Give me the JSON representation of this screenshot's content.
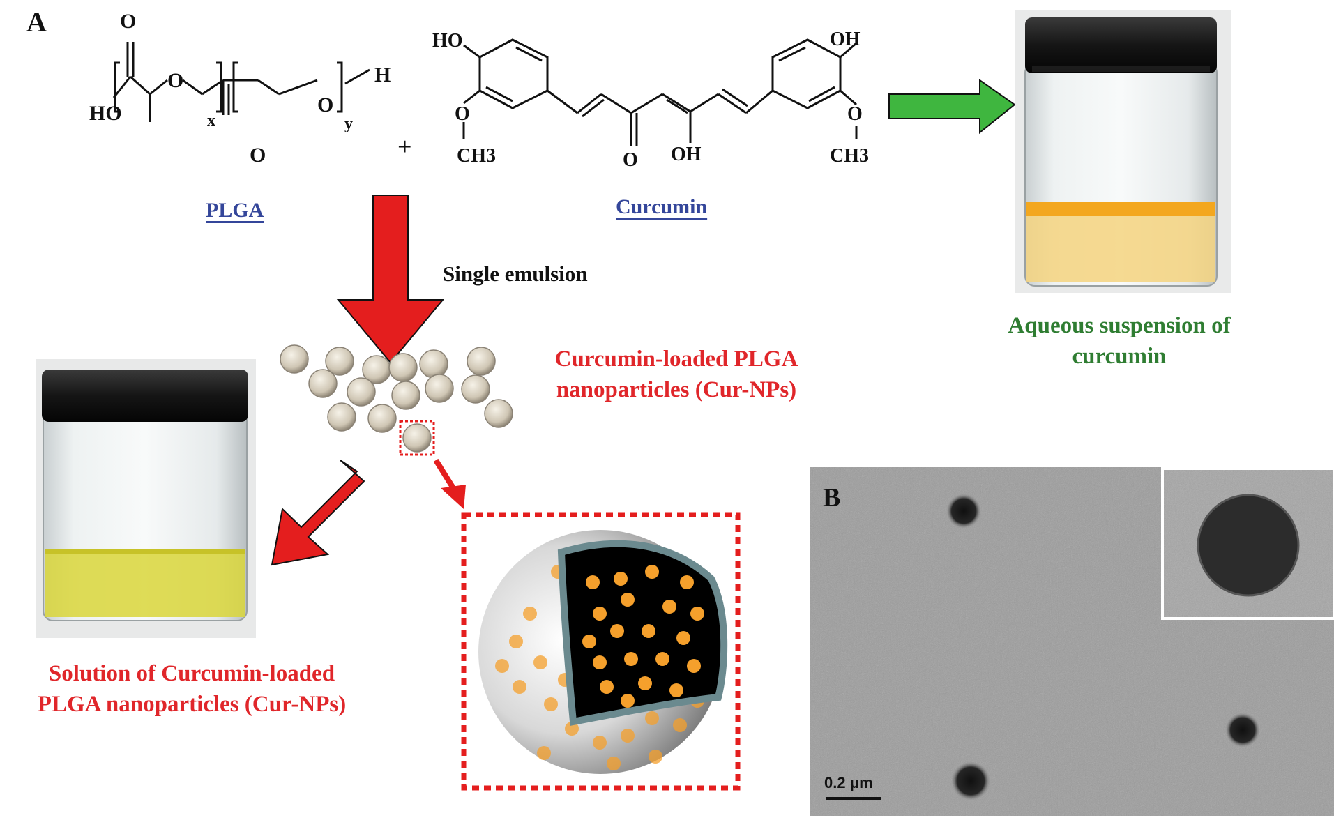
{
  "panel_a": {
    "letter": "A",
    "plga": {
      "label": "PLGA",
      "atoms": {
        "o_top": "O",
        "ho": "HO",
        "o_ring": "O",
        "x": "x",
        "o_bottom": "O",
        "o_y": "O",
        "y": "y",
        "h": "H"
      }
    },
    "plus": "+",
    "curcumin": {
      "label": "Curcumin",
      "atoms": {
        "ho_left": "HO",
        "o_left": "O",
        "ch3_left": "CH3",
        "o_keto": "O",
        "oh_enol": "OH",
        "oh_right": "OH",
        "o_right": "O",
        "ch3_right": "CH3"
      }
    },
    "process_label": "Single emulsion",
    "nanoparticles_caption": [
      "Curcumin-loaded PLGA",
      "nanoparticles (Cur-NPs)"
    ],
    "aqueous_caption": [
      "Aqueous suspension of",
      "curcumin"
    ],
    "solution_caption": [
      "Solution of Curcumin-loaded",
      "PLGA nanoparticles (Cur-NPs)"
    ]
  },
  "panel_b": {
    "letter": "B",
    "scale_bar": "0.2 μm"
  },
  "colors": {
    "red_arrow": "#e41e1e",
    "green_arrow": "#3fb63f",
    "chem_label": "#34469a",
    "red_text": "#e0262a",
    "green_text": "#2f7d32",
    "curcumin_dot": "#f5a02c",
    "jar_orange": "#f3a71f",
    "jar_yellow": "#d9d63a"
  },
  "icons": [
    "red-arrow-down-icon",
    "red-arrow-diagonal-icon",
    "green-arrow-right-icon",
    "jar-photo",
    "nanoparticle-sphere-icon",
    "tem-micrograph"
  ]
}
